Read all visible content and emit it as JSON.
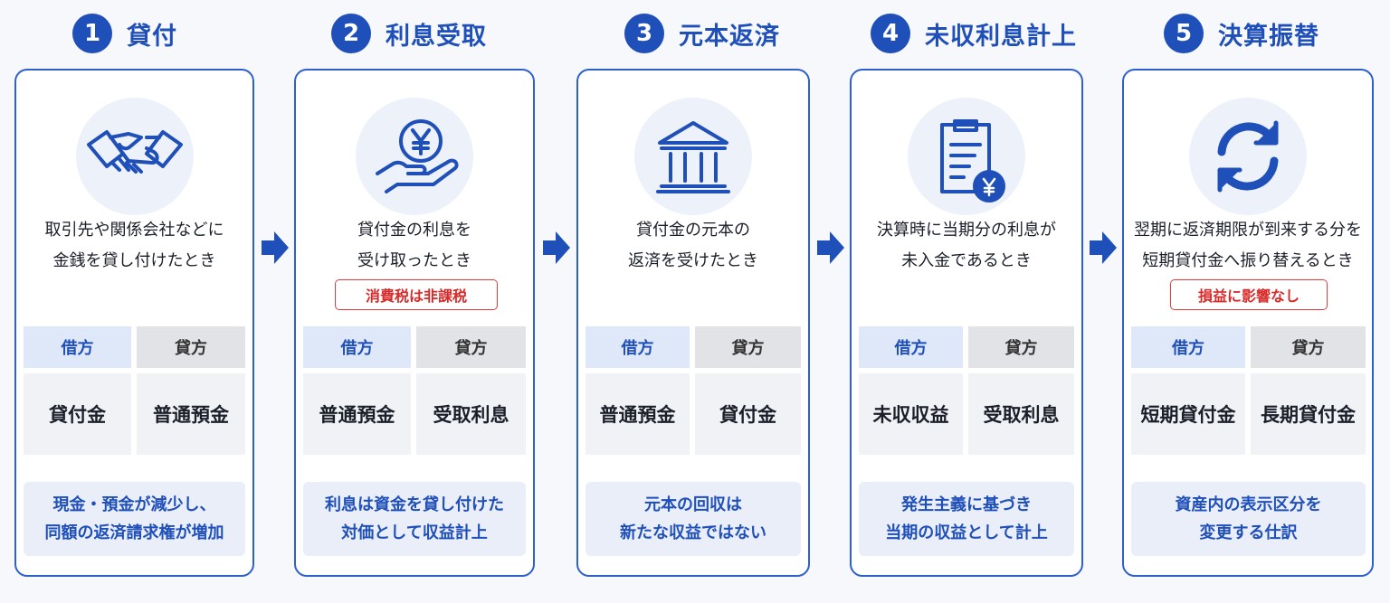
{
  "steps": [
    {
      "number": "1",
      "title": "貸付",
      "icon": "handshake-icon",
      "description": [
        "取引先や関係会社などに",
        "金銭を貸し付けたとき"
      ],
      "badge": "",
      "debit_header": "借方",
      "credit_header": "貸方",
      "debit": "貸付金",
      "credit": "普通預金",
      "note": [
        "現金・預金が減少し、",
        "同額の返済請求権が増加"
      ]
    },
    {
      "number": "2",
      "title": "利息受取",
      "icon": "yen-coin-hand-icon",
      "description": [
        "貸付金の利息を",
        "受け取ったとき"
      ],
      "badge": "消費税は非課税",
      "debit_header": "借方",
      "credit_header": "貸方",
      "debit": "普通預金",
      "credit": "受取利息",
      "note": [
        "利息は資金を貸し付けた",
        "対価として収益計上"
      ]
    },
    {
      "number": "3",
      "title": "元本返済",
      "icon": "bank-icon",
      "description": [
        "貸付金の元本の",
        "返済を受けたとき"
      ],
      "badge": "",
      "debit_header": "借方",
      "credit_header": "貸方",
      "debit": "普通預金",
      "credit": "貸付金",
      "note": [
        "元本の回収は",
        "新たな収益ではない"
      ]
    },
    {
      "number": "4",
      "title": "未収利息計上",
      "icon": "clipboard-yen-icon",
      "description": [
        "決算時に当期分の利息が",
        "未入金であるとき"
      ],
      "badge": "",
      "debit_header": "借方",
      "credit_header": "貸方",
      "debit": "未収収益",
      "credit": "受取利息",
      "note": [
        "発生主義に基づき",
        "当期の収益として計上"
      ]
    },
    {
      "number": "5",
      "title": "決算振替",
      "icon": "refresh-icon",
      "description": [
        "翌期に返済期限が到来する分を",
        "短期貸付金へ振り替えるとき"
      ],
      "badge": "損益に影響なし",
      "debit_header": "借方",
      "credit_header": "貸方",
      "debit": "短期貸付金",
      "credit": "長期貸付金",
      "note": [
        "資産内の表示区分を",
        "変更する仕訳"
      ]
    }
  ],
  "colors": {
    "accent": "#1f4fb8",
    "badge": "#d92a2a",
    "debit_bg": "#dfe8f8",
    "credit_bg": "#e2e3e6"
  }
}
